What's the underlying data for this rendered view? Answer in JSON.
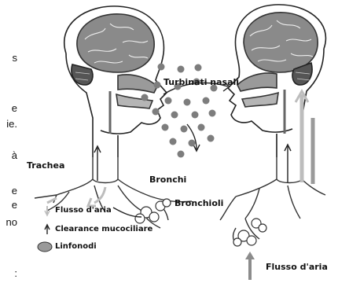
{
  "left_text_fragments": [
    "s",
    "e",
    "ie.",
    "à",
    "e",
    "e",
    "no",
    ":"
  ],
  "labels": {
    "turbinati": "Turbinati nasali",
    "trachea": "Trachea",
    "bronchi": "Bronchi",
    "bronchioli": "Bronchioli",
    "flusso_bottom": "Flusso d'aria"
  },
  "legend": [
    {
      "symbol": "light-arrow",
      "text": "Flusso d'aria"
    },
    {
      "symbol": "dark-arrow",
      "text": "Clearance mucociliare"
    },
    {
      "symbol": "oval",
      "text": "Linfonodi"
    }
  ],
  "colors": {
    "particle": "#7d7d7d",
    "line": "#222222",
    "light_arrow": "#bdbdbd",
    "gray_fill": "#9a9a9a",
    "brain": "#8a8a8a"
  }
}
